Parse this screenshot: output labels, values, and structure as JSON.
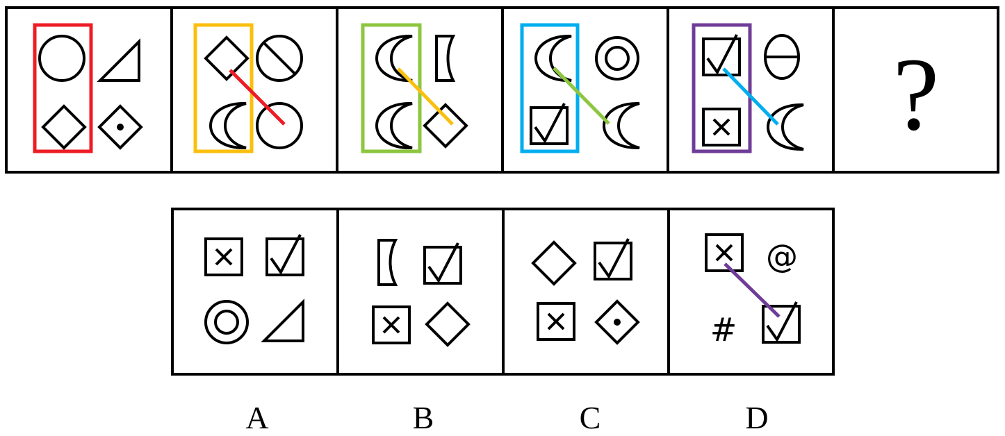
{
  "question_row": {
    "panels": [
      {
        "label": "",
        "highlight_color": "#ee1c25",
        "connector_color": ""
      },
      {
        "label": "",
        "highlight_color": "#fbbf0f",
        "connector_color": "#ee1c25"
      },
      {
        "label": "",
        "highlight_color": "#8dc63f",
        "connector_color": "#fbbf0f"
      },
      {
        "label": "",
        "highlight_color": "#00aeef",
        "connector_color": "#8dc63f"
      },
      {
        "label": "",
        "highlight_color": "#6f3c97",
        "connector_color": "#00aeef"
      },
      {
        "label": "?",
        "highlight_color": "",
        "connector_color": ""
      }
    ]
  },
  "options": [
    {
      "label": "A"
    },
    {
      "label": "B"
    },
    {
      "label": "C"
    },
    {
      "label": "D",
      "symbols": {
        "at": "@",
        "hash": "#"
      },
      "connector_color": "#6f3c97"
    }
  ]
}
